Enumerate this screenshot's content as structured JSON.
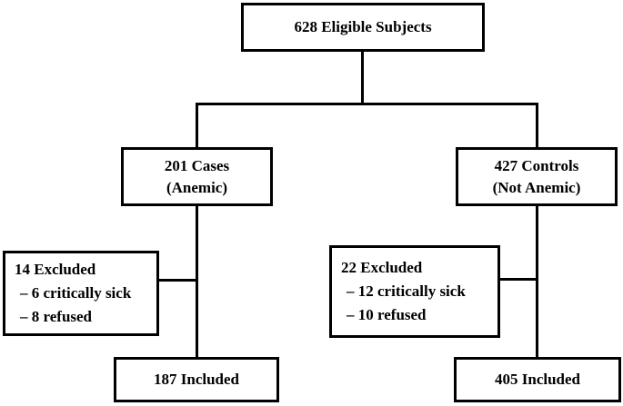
{
  "diagram": {
    "eligible": {
      "label": "628 Eligible Subjects"
    },
    "cases": {
      "line1": "201 Cases",
      "line2": "(Anemic)"
    },
    "controls": {
      "line1": "427 Controls",
      "line2": "(Not Anemic)"
    },
    "excluded_cases": {
      "title": "14 Excluded",
      "items": [
        "– 6 critically sick",
        "– 8 refused"
      ]
    },
    "excluded_controls": {
      "title": "22 Excluded",
      "items": [
        "– 12 critically sick",
        "– 10 refused"
      ]
    },
    "included_cases": {
      "label": "187 Included"
    },
    "included_controls": {
      "label": "405 Included"
    }
  },
  "colors": {
    "line": "#000000",
    "background": "#ffffff"
  }
}
